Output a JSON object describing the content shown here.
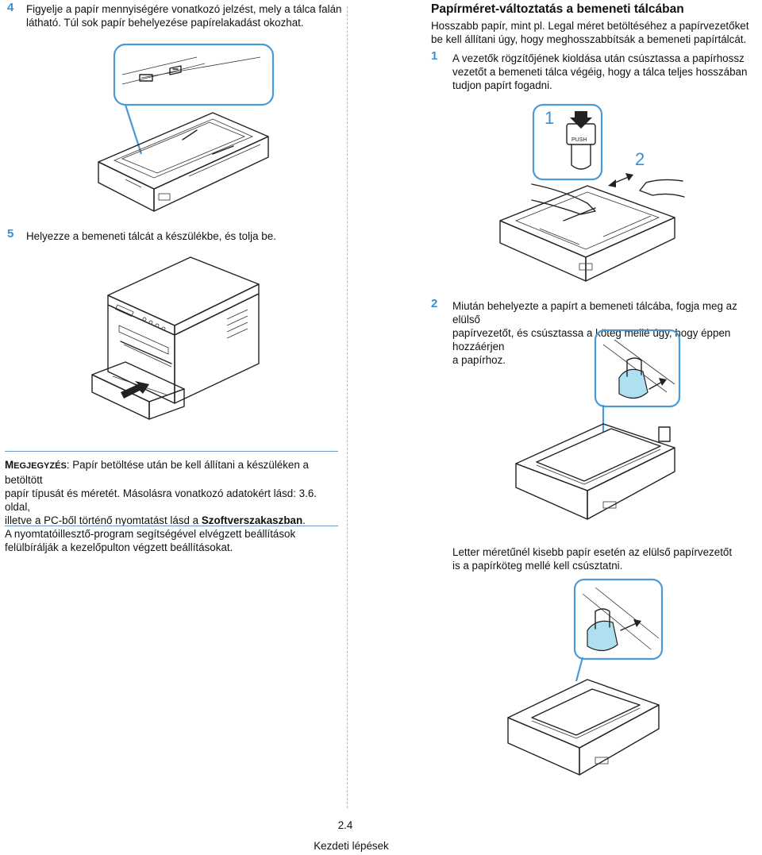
{
  "left": {
    "step4": {
      "number": "4",
      "line1": "Figyelje a papír mennyiségére vonatkozó jelzést, mely a tálca falán",
      "line2": "látható. Túl sok papír behelyezése papírelakadást okozhat."
    },
    "step5": {
      "number": "5",
      "text": "Helyezze a bemeneti tálcát a készülékbe, és tolja be."
    },
    "note": {
      "label_cap": "M",
      "label_rest": "EGJEGYZÉS",
      "line1_rest": ": Papír betöltése után be kell állítani a készüléken a betöltött",
      "line2": "papír típusát és méretét. Másolásra vonatkozó adatokért lásd: 3.6. oldal,",
      "line3_pre": "illetve a PC-ből történő nyomtatást lásd a ",
      "line3_bold": "Szoftverszakaszban",
      "line3_post": ".",
      "line4": "A nyomtatóillesztő-program segítségével elvégzett beállítások",
      "line5": "felülbírálják a kezelőpulton végzett beállításokat."
    }
  },
  "right": {
    "heading": "Papírméret-változtatás a bemeneti tálcában",
    "intro_line1": "Hosszabb papír, mint pl. Legal méret betöltéséhez a papírvezetőket",
    "intro_line2": "be kell állítani úgy, hogy meghosszabbítsák a bemeneti papírtálcát.",
    "step1": {
      "number": "1",
      "line1": "A vezetők rögzítőjének kioldása után csúsztassa a papírhossz",
      "line2": "vezetőt a bemeneti tálca végéig, hogy a tálca teljes hosszában",
      "line3": "tudjon papírt fogadni."
    },
    "figure_callout_1": "1",
    "figure_callout_2": "2",
    "push_label": "PUSH",
    "step2": {
      "number": "2",
      "line1": "Miután behelyezte a papírt a bemeneti tálcába, fogja meg az elülső",
      "line2": "papírvezetőt, és csúsztassa a köteg mellé úgy, hogy éppen hozzáérjen",
      "line3": "a papírhoz."
    },
    "letter_note_line1": "Letter méretűnél kisebb papír esetén az elülső papírvezetőt",
    "letter_note_line2": "is a papírköteg mellé kell csúsztatni."
  },
  "footer": {
    "page_number": "2.4",
    "section": "Kezdeti lépések"
  },
  "colors": {
    "accent": "#3a8fd1",
    "rule": "#6b9bc6",
    "guide_fill": "#aee0f2"
  }
}
